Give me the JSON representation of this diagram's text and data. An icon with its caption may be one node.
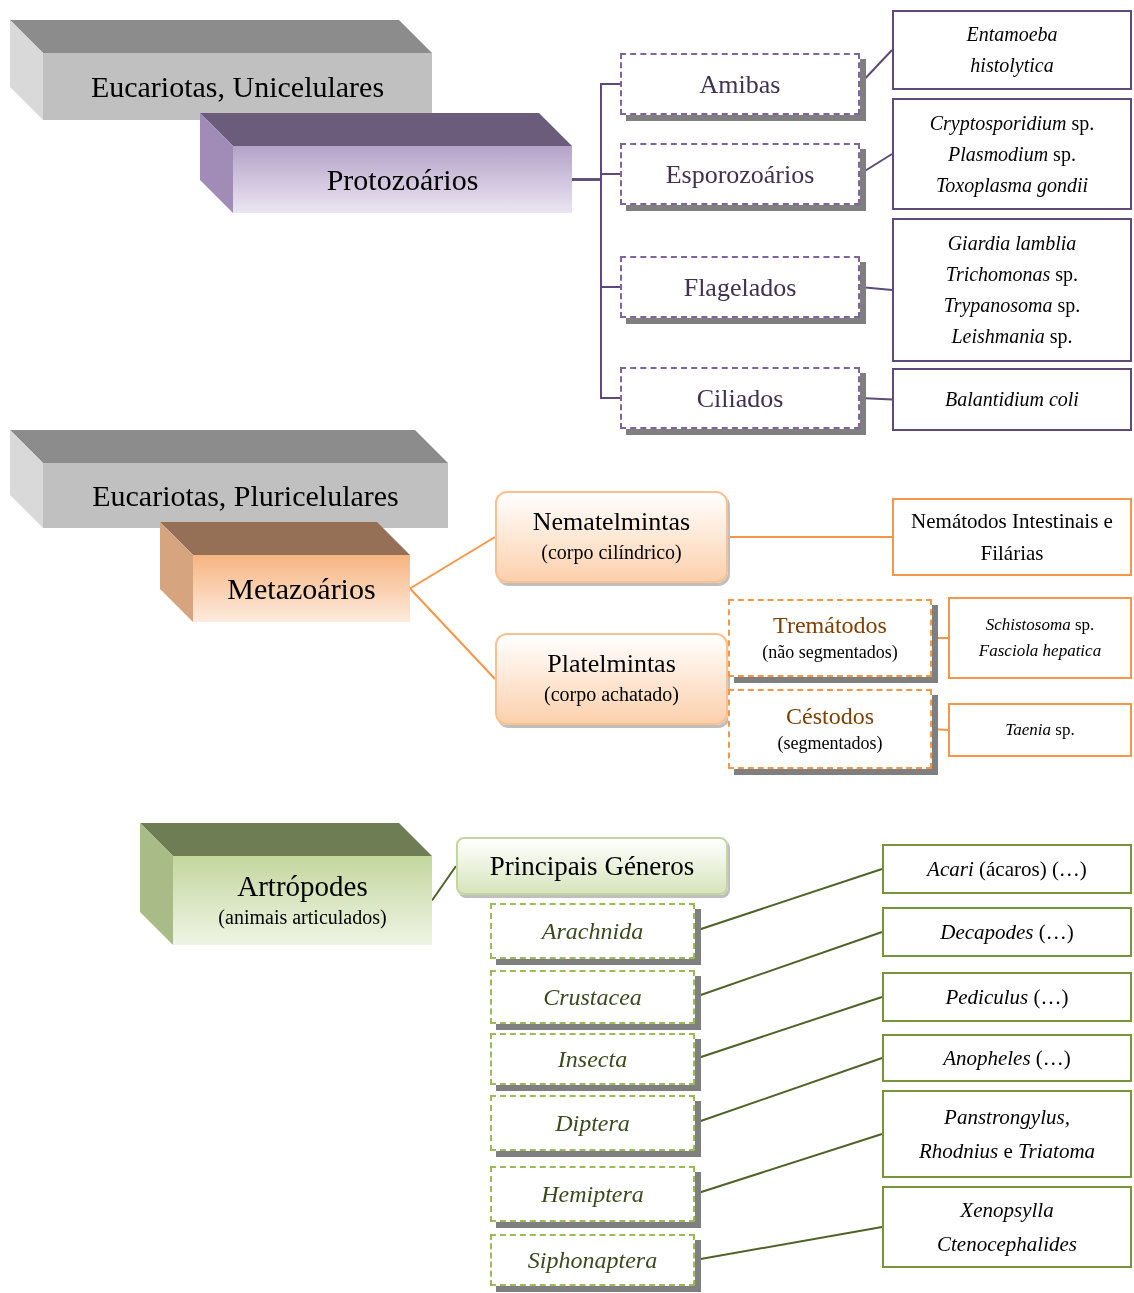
{
  "diagram": {
    "nodes": [
      {
        "text": [
          "Eucariotas, Unicelulares"
        ]
      },
      {
        "text": [
          "Protozoários"
        ]
      },
      {
        "text": [
          "Amibas"
        ]
      },
      {
        "text": [
          "Esporozoários"
        ]
      },
      {
        "text": [
          "Flagelados"
        ]
      },
      {
        "text": [
          "Ciliados"
        ]
      },
      {
        "text": [
          "Entamoeba histolytica"
        ]
      },
      {
        "text": [
          "*Cryptosporidium* sp. *Plasmodium* sp. *Toxoplasma gondii*"
        ]
      },
      {
        "text": [
          "*Giardia lamblia* *Trichomonas* sp. *Trypanosoma* sp. *Leishmania* sp."
        ]
      },
      {
        "text": [
          "Balantidium coli"
        ]
      },
      {
        "text": [
          "Eucariotas, Pluricelulares"
        ]
      },
      {
        "text": [
          "Metazoários"
        ]
      },
      {
        "text": [
          "Nematelmintas",
          "(corpo cilíndrico)"
        ]
      },
      {
        "text": [
          "Platelmintas",
          "(corpo achatado)"
        ]
      },
      {
        "text": [
          "Nemátodos Intestinais e Filárias"
        ]
      },
      {
        "text": [
          "Tremátodos",
          "(não segmentados)"
        ]
      },
      {
        "text": [
          "Céstodos",
          "(segmentados)"
        ]
      },
      {
        "text": [
          "*Schistosoma* sp. *Fasciola hepatica*"
        ]
      },
      {
        "text": [
          "*Taenia* sp."
        ]
      },
      {
        "text": [
          "Artrópodes",
          "(animais articulados)"
        ]
      },
      {
        "text": [
          "Principais Géneros"
        ]
      },
      {
        "text": [
          "Arachnida"
        ]
      },
      {
        "text": [
          "Crustacea"
        ]
      },
      {
        "text": [
          "Insecta"
        ]
      },
      {
        "text": [
          "Diptera"
        ]
      },
      {
        "text": [
          "Hemiptera"
        ]
      },
      {
        "text": [
          "Siphonaptera"
        ]
      },
      {
        "text": [
          "*Acari* (ácaros) (…)"
        ]
      },
      {
        "text": [
          "*Decapodes* (…)"
        ]
      },
      {
        "text": [
          "*Pediculus* (…)"
        ]
      },
      {
        "text": [
          "*Anopheles* (…)"
        ]
      },
      {
        "text": [
          "*Panstrongylus,* *Rhodnius* e *Triatoma*"
        ]
      },
      {
        "text": [
          "Xenopsylla Ctenocephalides"
        ]
      }
    ],
    "edges": [
      {
        "from": 1,
        "to": 2,
        "arrow": "none"
      },
      {
        "from": 1,
        "to": 3,
        "arrow": "none"
      },
      {
        "from": 1,
        "to": 4,
        "arrow": "none"
      },
      {
        "from": 1,
        "to": 5,
        "arrow": "none"
      },
      {
        "from": 2,
        "to": 6,
        "arrow": "none"
      },
      {
        "from": 3,
        "to": 7,
        "arrow": "none"
      },
      {
        "from": 4,
        "to": 8,
        "arrow": "none"
      },
      {
        "from": 5,
        "to": 9,
        "arrow": "none"
      },
      {
        "from": 11,
        "to": 12,
        "arrow": "none",
        "color": "#f79646"
      },
      {
        "from": 11,
        "to": 13,
        "arrow": "none",
        "color": "#f79646"
      },
      {
        "from": 12,
        "to": 14,
        "arrow": "none",
        "color": "#f79646"
      },
      {
        "from": 15,
        "to": 17,
        "arrow": "none",
        "color": "#f79646"
      },
      {
        "from": 16,
        "to": 18,
        "arrow": "none",
        "color": "#f79646"
      },
      {
        "from": 19,
        "to": 20,
        "arrow": "none",
        "color": "#4f6228"
      },
      {
        "from": 21,
        "to": 27,
        "arrow": "none",
        "color": "#4f6228"
      },
      {
        "from": 22,
        "to": 28,
        "arrow": "none",
        "color": "#4f6228"
      },
      {
        "from": 23,
        "to": 29,
        "arrow": "none",
        "color": "#4f6228"
      },
      {
        "from": 24,
        "to": 30,
        "arrow": "none",
        "color": "#4f6228"
      },
      {
        "from": 25,
        "to": 31,
        "arrow": "none",
        "color": "#4f6228"
      },
      {
        "from": 26,
        "to": 32,
        "arrow": "none",
        "color": "#4f6228"
      }
    ]
  }
}
